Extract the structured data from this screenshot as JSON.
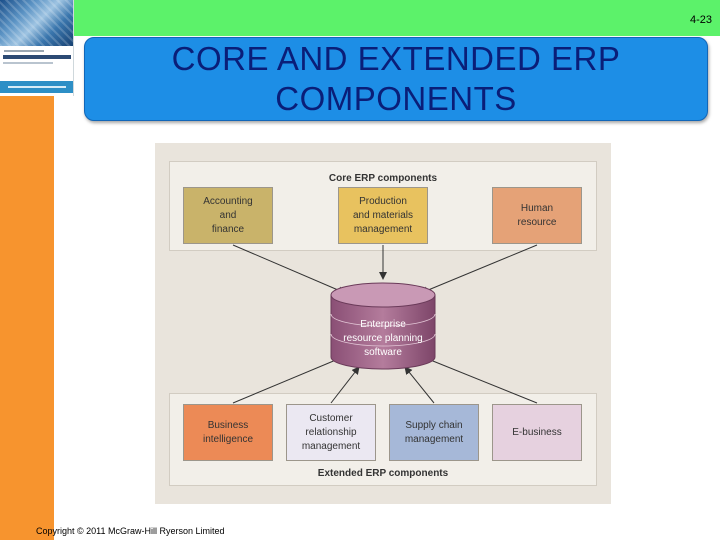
{
  "slide": {
    "number": "4-23",
    "title": "CORE AND EXTENDED ERP COMPONENTS",
    "copyright": "Copyright © 2011 McGraw-Hill Ryerson Limited"
  },
  "colors": {
    "top_band": "#5cf26a",
    "left_band": "#f7942e",
    "title_box": "#1d8ee6",
    "title_text": "#0a1e78"
  },
  "diagram": {
    "core_label": "Core ERP components",
    "extended_label": "Extended ERP components",
    "center": "Enterprise\nresource planning\nsoftware",
    "core_modules": [
      "Accounting\nand\nfinance",
      "Production\nand materials\nmanagement",
      "Human\nresource"
    ],
    "extended_modules": [
      "Business\nintelligence",
      "Customer\nrelationship\nmanagement",
      "Supply chain\nmanagement",
      "E-business"
    ]
  }
}
